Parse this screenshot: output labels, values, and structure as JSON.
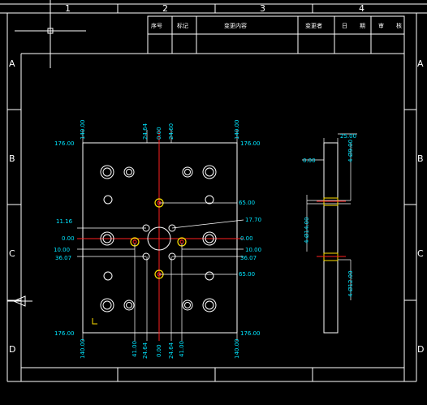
{
  "title_block": {
    "headers": [
      "序号",
      "标记",
      "变更内容",
      "变更者",
      "日",
      "期",
      "审",
      "核"
    ]
  },
  "zones": {
    "columns": [
      "1",
      "2",
      "3",
      "4"
    ],
    "rows": [
      "A",
      "B",
      "C",
      "D"
    ]
  },
  "dimensions": {
    "top_left": "140.00",
    "top_a": "24.64",
    "top_b": "0.00",
    "top_c": "24.60",
    "top_right": "140.00",
    "left_top": "176.00",
    "right_top": "176.00",
    "left_1": "11.16",
    "left_2": "0.00",
    "left_3": "10.00",
    "left_4": "36.07",
    "right_1": "65.00",
    "right_2": "17.70",
    "right_3": "0.00",
    "right_4": "10.00",
    "right_5": "36.07",
    "right_6": "65.00",
    "left_bottom": "176.00",
    "right_bottom": "176.00",
    "bottom_left": "140.00",
    "bottom_a": "41.00",
    "bottom_b": "24.64",
    "bottom_c": "0.00",
    "bottom_d": "24.64",
    "bottom_e": "41.00",
    "bottom_right": "140.00"
  },
  "side_view": {
    "top_width": "25.00",
    "top_depth": "4-Ø9.00",
    "offset": "0.00",
    "hole_upper": "4-Ø14.00",
    "hole_lower": "4-Ø12.00"
  },
  "colors": {
    "background": "#000000",
    "lines": "#ffffff",
    "dimension_text": "#00e5ff",
    "centerline": "#ff2020",
    "highlight_holes": "#ffe000"
  }
}
